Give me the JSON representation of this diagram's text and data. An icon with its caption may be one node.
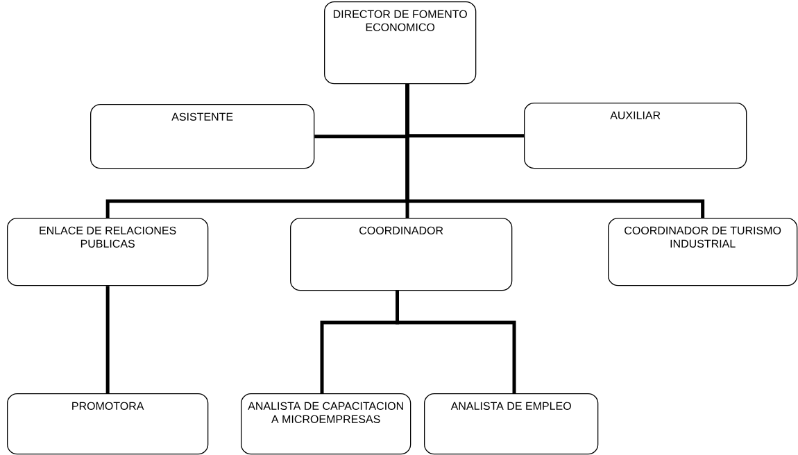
{
  "diagram": {
    "nodes": [
      {
        "text": [
          "DIRECTOR DE FOMENTO ECONOMICO"
        ]
      },
      {
        "text": [
          "ASISTENTE"
        ]
      },
      {
        "text": [
          "AUXILIAR"
        ]
      },
      {
        "text": [
          "ENLACE DE RELACIONES PUBLICAS"
        ]
      },
      {
        "text": [
          "COORDINADOR"
        ]
      },
      {
        "text": [
          "COORDINADOR DE TURISMO INDUSTRIAL"
        ]
      },
      {
        "text": [
          "PROMOTORA"
        ]
      },
      {
        "text": [
          "ANALISTA DE CAPACITACION A MICROEMPRESAS"
        ]
      },
      {
        "text": [
          "ANALISTA DE EMPLEO"
        ]
      }
    ],
    "edges": [
      {
        "from": 0,
        "to": 1,
        "arrow": "none"
      },
      {
        "from": 0,
        "to": 2,
        "arrow": "none"
      },
      {
        "from": 0,
        "to": 3,
        "arrow": "none"
      },
      {
        "from": 0,
        "to": 4,
        "arrow": "none"
      },
      {
        "from": 0,
        "to": 5,
        "arrow": "none"
      },
      {
        "from": 3,
        "to": 6,
        "arrow": "none"
      },
      {
        "from": 4,
        "to": 7,
        "arrow": "none"
      },
      {
        "from": 4,
        "to": 8,
        "arrow": "none"
      }
    ]
  }
}
